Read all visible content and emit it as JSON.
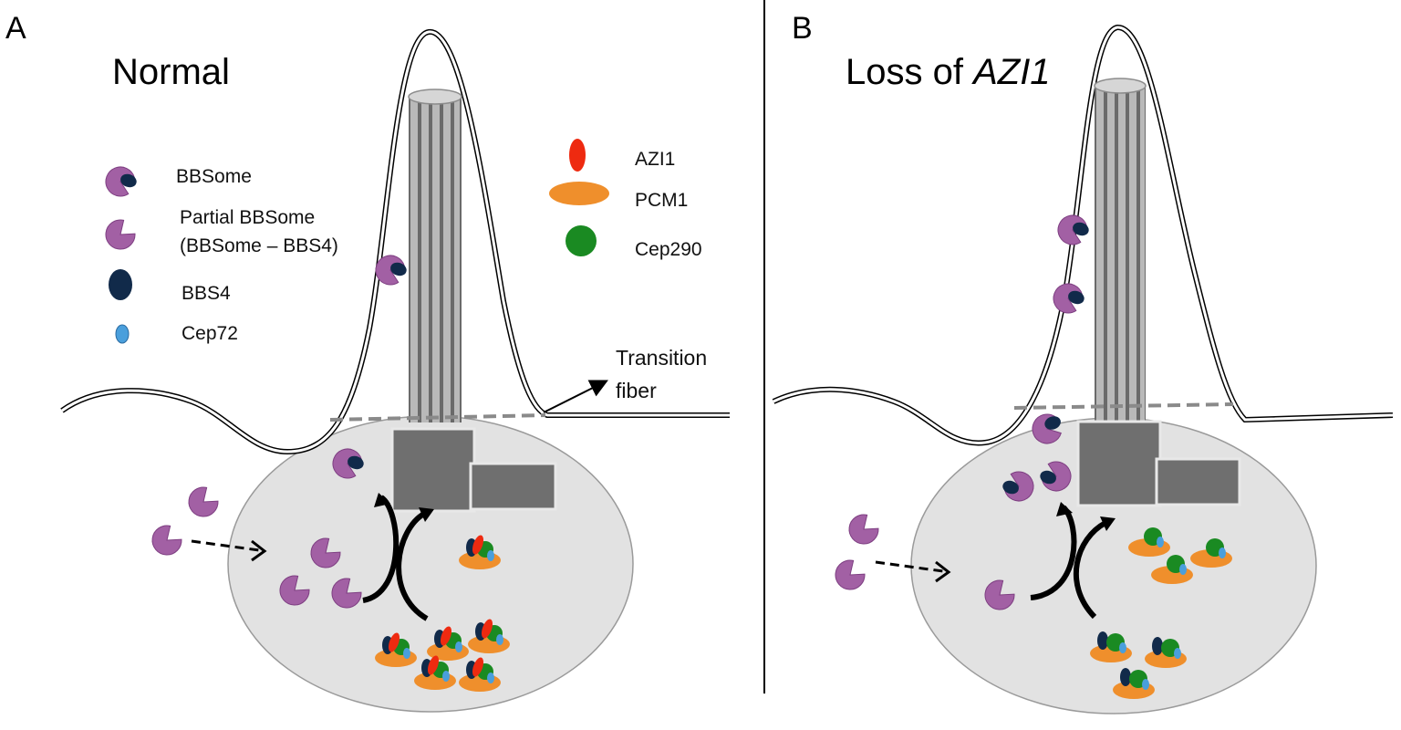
{
  "panels": {
    "a": {
      "letter": "A",
      "title": "Normal"
    },
    "b": {
      "letter": "B",
      "title_plain": "Loss of ",
      "title_italic": "AZI1"
    }
  },
  "legend_left": {
    "bbsome": "BBSome",
    "partial_line1": "Partial BBSome",
    "partial_line2": "(BBSome – BBS4)",
    "bbs4": "BBS4",
    "cep72": "Cep72"
  },
  "legend_right": {
    "azi1": "AZI1",
    "pcm1": "PCM1",
    "cep290": "Cep290"
  },
  "annotation": {
    "line1": "Transition",
    "line2": "fiber"
  },
  "colors": {
    "bbsome_purple": "#a260a4",
    "bbs4_navy": "#112a4a",
    "cep72_blue": "#4a9fdc",
    "azi1_red": "#ee2a10",
    "pcm1_orange": "#ef8f2c",
    "cep290_green": "#1a8a22",
    "cell_gray": "#e2e2e2",
    "basal_body_gray": "#6f6f6f"
  }
}
